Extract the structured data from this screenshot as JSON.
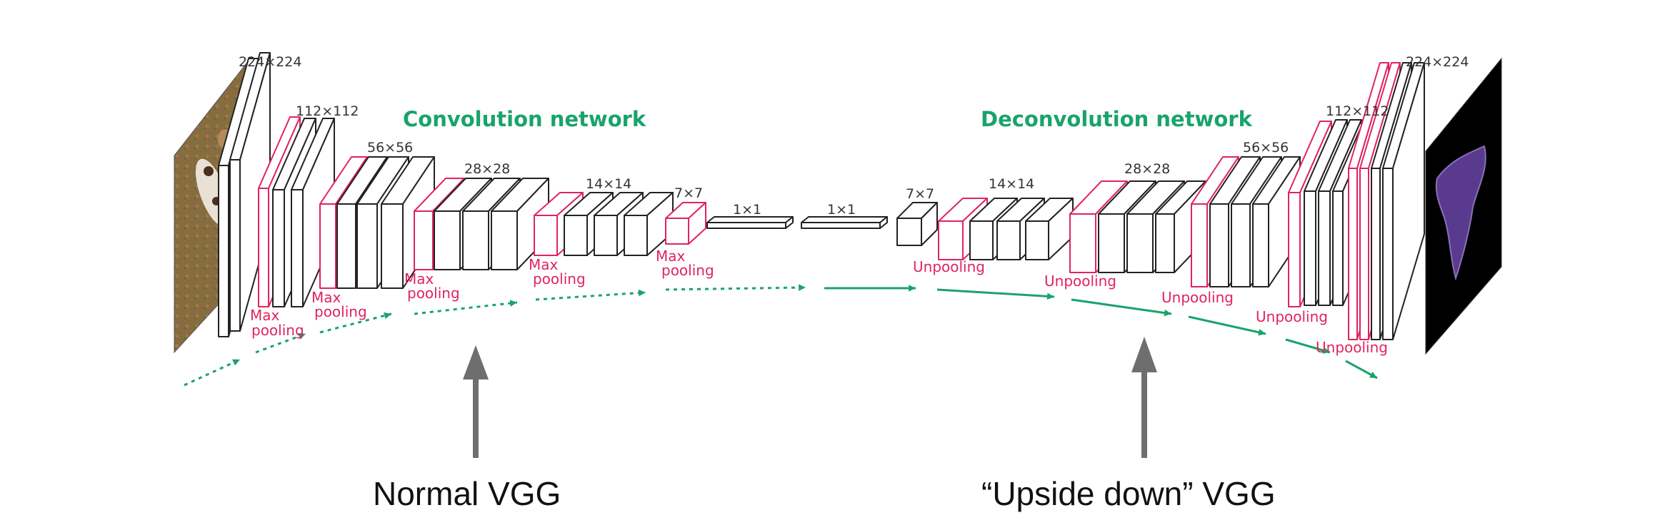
{
  "titles": {
    "encoder": "Convolution network",
    "decoder": "Deconvolution network"
  },
  "captions": {
    "left": "Normal VGG",
    "right": "“Upside down” VGG"
  },
  "colors": {
    "accent_green": "#1aa36b",
    "pool_red": "#e0245e",
    "arrow_gray": "#6e6e6e",
    "line": "#222222"
  },
  "size_labels": {
    "enc_224": "224×224",
    "enc_112": "112×112",
    "enc_56": "56×56",
    "enc_28": "28×28",
    "enc_14": "14×14",
    "enc_7": "7×7",
    "fc_1": "1×1",
    "fc_2": "1×1",
    "dec_7": "7×7",
    "dec_14": "14×14",
    "dec_28": "28×28",
    "dec_56": "56×56",
    "dec_112": "112×112",
    "dec_224": "224×224"
  },
  "op_labels": {
    "pool_1": [
      "Max",
      "pooling"
    ],
    "pool_2": [
      "Max",
      "pooling"
    ],
    "pool_3": [
      "Max",
      "pooling"
    ],
    "pool_4": [
      "Max",
      "pooling"
    ],
    "pool_5": [
      "Max",
      "pooling"
    ],
    "unpool_1": "Unpooling",
    "unpool_2": "Unpooling",
    "unpool_3": "Unpooling",
    "unpool_4": "Unpooling",
    "unpool_5": "Unpooling"
  },
  "images": {
    "input": "input-photo",
    "output": "segmentation-mask"
  }
}
